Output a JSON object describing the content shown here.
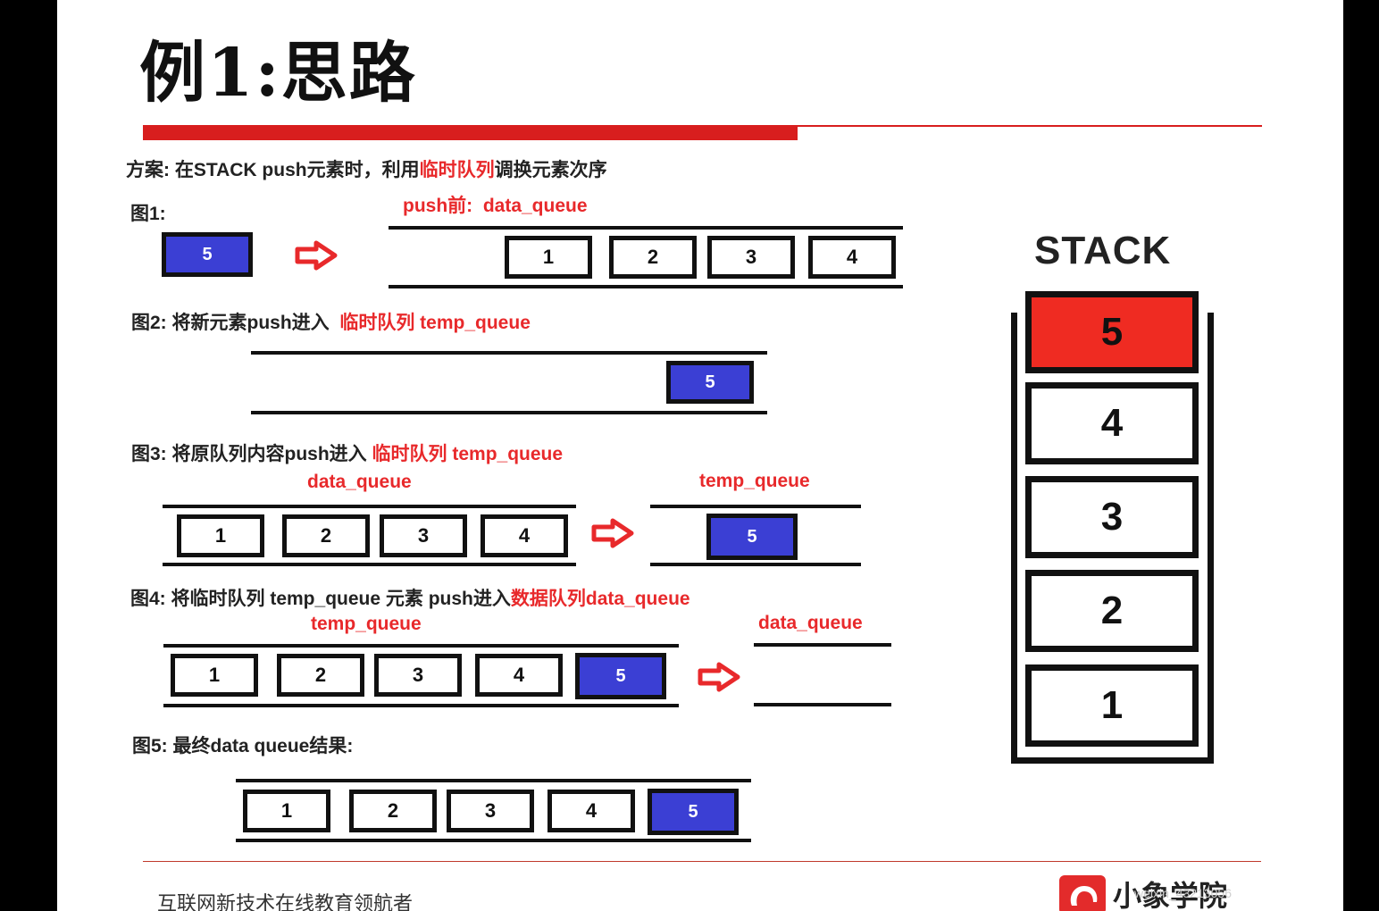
{
  "title": "例1:思路",
  "plan": {
    "prefix": "方案: 在STACK push元素时，利用",
    "highlight": "临时队列",
    "suffix": "调换元素次序"
  },
  "fig1": {
    "label": "图1:",
    "caption_push": "push前:",
    "caption_queue": "data_queue",
    "new_item": "5",
    "queue": [
      "1",
      "2",
      "3",
      "4"
    ]
  },
  "fig2": {
    "label": "图2: 将新元素push进入",
    "highlight": "临时队列  temp_queue",
    "queue": [
      "5"
    ]
  },
  "fig3": {
    "label": "图3: 将原队列内容push进入",
    "highlight": "临时队列  temp_queue",
    "left_caption": "data_queue",
    "right_caption": "temp_queue",
    "left_queue": [
      "1",
      "2",
      "3",
      "4"
    ],
    "right_queue": [
      "5"
    ]
  },
  "fig4": {
    "label": "图4: 将临时队列 temp_queue 元素 push进入",
    "highlight": "数据队列data_queue",
    "left_caption": "temp_queue",
    "right_caption": "data_queue",
    "left_queue": [
      "1",
      "2",
      "3",
      "4",
      "5"
    ]
  },
  "fig5": {
    "label": "图5: 最终data queue结果:",
    "queue": [
      "1",
      "2",
      "3",
      "4",
      "5"
    ]
  },
  "stack": {
    "title": "STACK",
    "items": [
      "5",
      "4",
      "3",
      "2",
      "1"
    ]
  },
  "footer": {
    "slogan": "互联网新技术在线教育领航者",
    "logo": "小象学院"
  },
  "watermark": "weixin_43213056",
  "colors": {
    "accent_red": "#e8292b",
    "bar_red": "#d81e1e",
    "queue_blue": "#3b3fd4",
    "stack_top_red": "#ef2b22"
  },
  "icons": {
    "arrow": "right-arrow-icon",
    "logo": "elephant-logo-icon"
  }
}
